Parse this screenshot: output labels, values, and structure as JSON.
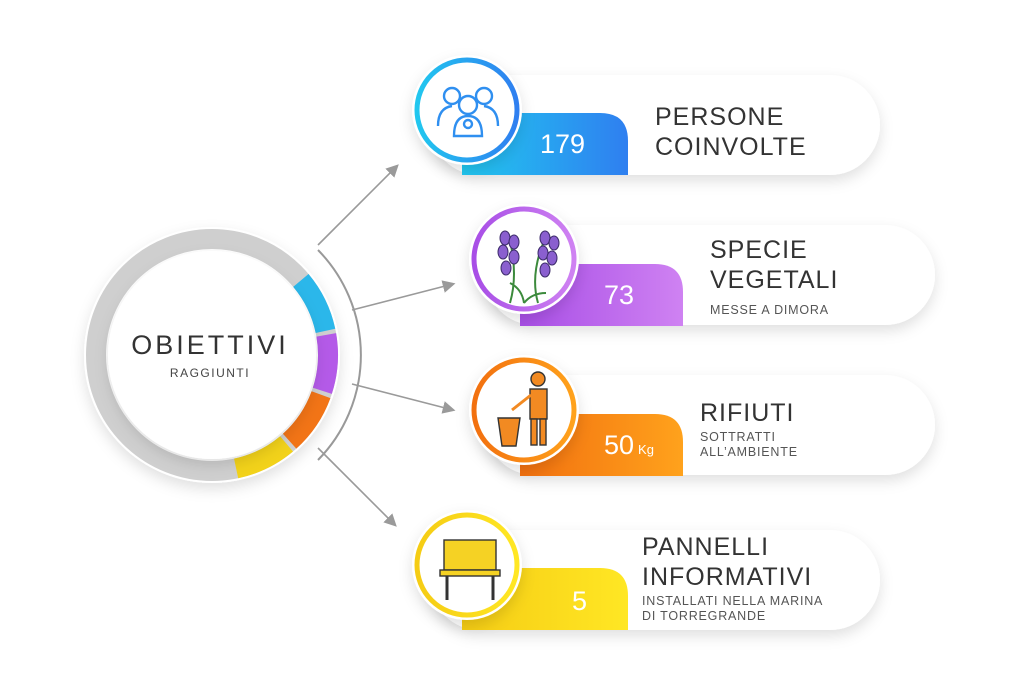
{
  "center": {
    "title": "OBIETTIVI",
    "subtitle": "RAGGIUNTI"
  },
  "items": [
    {
      "value": "179",
      "unit": "",
      "title": [
        "PERSONE",
        "COINVOLTE"
      ],
      "subtitle": [],
      "color_start": "#1fc8f0",
      "color_end": "#2f7ff0",
      "icon": "people-icon"
    },
    {
      "value": "73",
      "unit": "",
      "title": [
        "SPECIE",
        "VEGETALI"
      ],
      "subtitle": [
        "MESSE A DIMORA"
      ],
      "color_start": "#b655ea",
      "color_end": "#c97bf0",
      "icon": "lavender-icon"
    },
    {
      "value": "50",
      "unit": "Kg",
      "title": [
        "RIFIUTI"
      ],
      "subtitle": [
        "SOTTRATTI",
        "ALL’AMBIENTE"
      ],
      "color_start": "#ff9a1a",
      "color_end": "#f26a12",
      "icon": "trash-person-icon"
    },
    {
      "value": "5",
      "unit": "",
      "title": [
        "PANNELLI",
        "INFORMATIVI"
      ],
      "subtitle": [
        "INSTALLATI NELLA MARINA",
        "DI TORREGRANDE"
      ],
      "color_start": "#ffe21a",
      "color_end": "#f3c515",
      "icon": "info-panel-icon"
    }
  ],
  "ring_colors": [
    "#2bb7ea",
    "#b45ae8",
    "#f27416",
    "#f2d21a"
  ]
}
